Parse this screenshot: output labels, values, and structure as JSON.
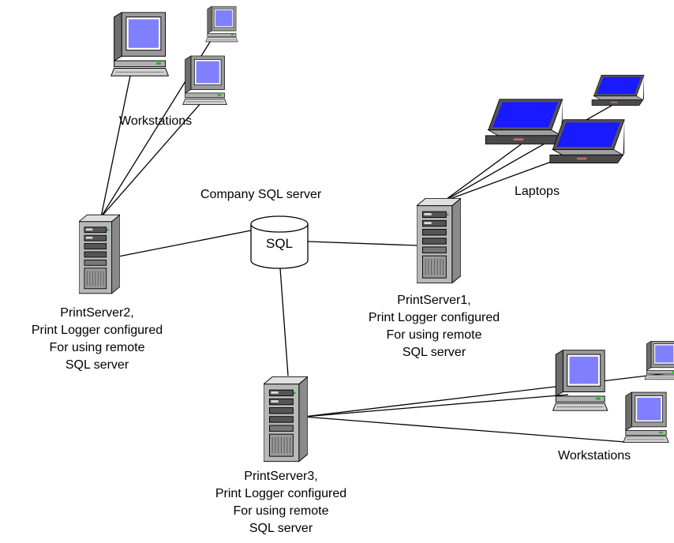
{
  "labels": {
    "workstations_top": "Workstations",
    "laptops": "Laptops",
    "company_sql_server": "Company SQL server",
    "sql_db": "SQL",
    "workstations_right": "Workstations"
  },
  "servers": {
    "printserver1": [
      "PrintServer1,",
      "Print Logger configured",
      "For using remote",
      "SQL server"
    ],
    "printserver2": [
      "PrintServer2,",
      "Print Logger configured",
      "For using remote",
      "SQL server"
    ],
    "printserver3": [
      "PrintServer3,",
      "Print Logger configured",
      "For using remote",
      "SQL server"
    ]
  },
  "colors": {
    "monitor_screen": "#8080ff",
    "laptop_screen": "#1a1aff",
    "device_body": "#c0c0c0",
    "line": "#000000"
  }
}
